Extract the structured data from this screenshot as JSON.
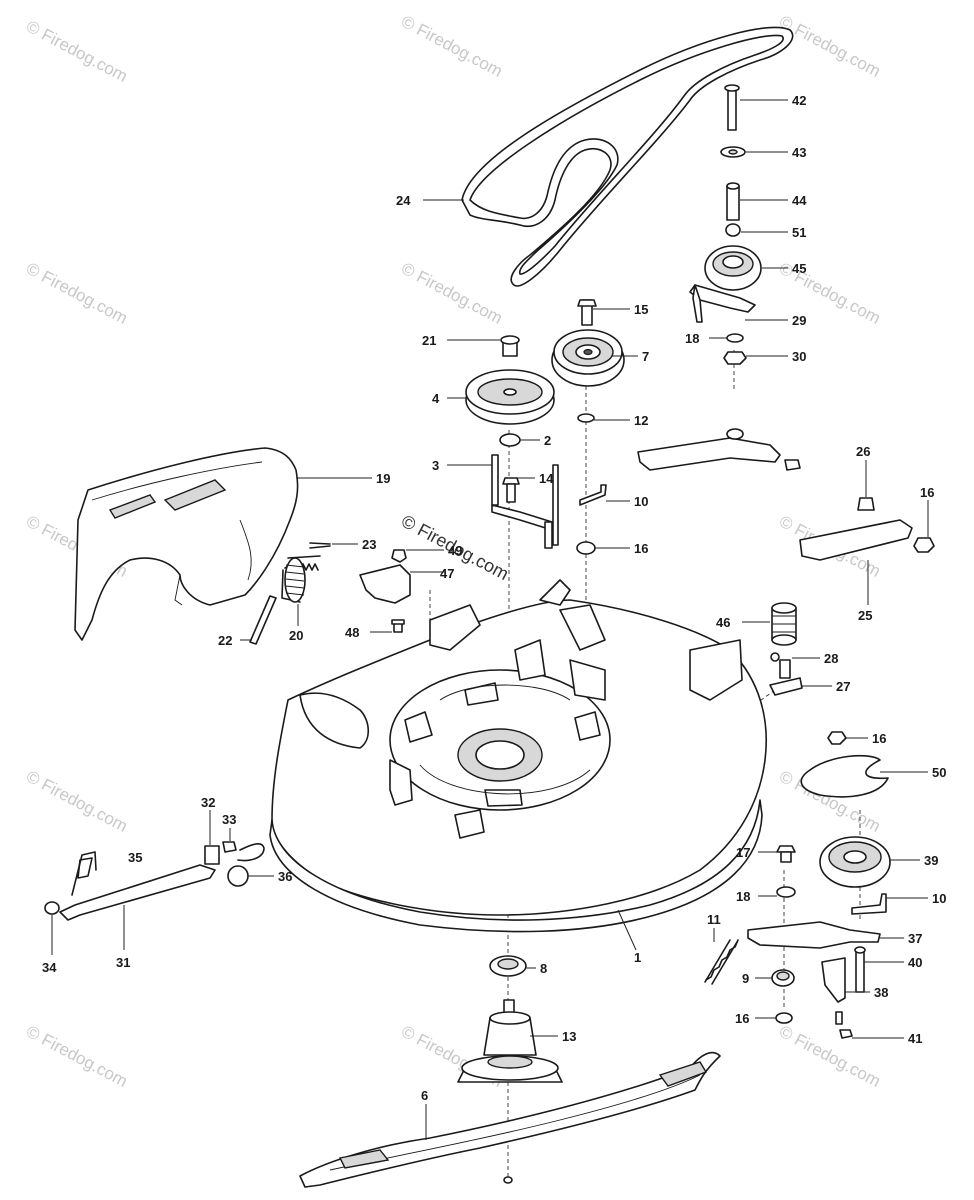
{
  "watermark": {
    "text": "© Firedog.com",
    "center_text": "© Firedog.com"
  },
  "callouts": [
    {
      "num": "42"
    },
    {
      "num": "43"
    },
    {
      "num": "44"
    },
    {
      "num": "51"
    },
    {
      "num": "45"
    },
    {
      "num": "24"
    },
    {
      "num": "15"
    },
    {
      "num": "29"
    },
    {
      "num": "18"
    },
    {
      "num": "30"
    },
    {
      "num": "21"
    },
    {
      "num": "7"
    },
    {
      "num": "4"
    },
    {
      "num": "12"
    },
    {
      "num": "2"
    },
    {
      "num": "3"
    },
    {
      "num": "14"
    },
    {
      "num": "19"
    },
    {
      "num": "26"
    },
    {
      "num": "16"
    },
    {
      "num": "10"
    },
    {
      "num": "16"
    },
    {
      "num": "23"
    },
    {
      "num": "49"
    },
    {
      "num": "47"
    },
    {
      "num": "25"
    },
    {
      "num": "20"
    },
    {
      "num": "22"
    },
    {
      "num": "48"
    },
    {
      "num": "46"
    },
    {
      "num": "28"
    },
    {
      "num": "27"
    },
    {
      "num": "16"
    },
    {
      "num": "50"
    },
    {
      "num": "32"
    },
    {
      "num": "33"
    },
    {
      "num": "35"
    },
    {
      "num": "36"
    },
    {
      "num": "17"
    },
    {
      "num": "39"
    },
    {
      "num": "18"
    },
    {
      "num": "10"
    },
    {
      "num": "11"
    },
    {
      "num": "1"
    },
    {
      "num": "37"
    },
    {
      "num": "34"
    },
    {
      "num": "31"
    },
    {
      "num": "8"
    },
    {
      "num": "9"
    },
    {
      "num": "40"
    },
    {
      "num": "38"
    },
    {
      "num": "16"
    },
    {
      "num": "41"
    },
    {
      "num": "13"
    },
    {
      "num": "6"
    }
  ]
}
